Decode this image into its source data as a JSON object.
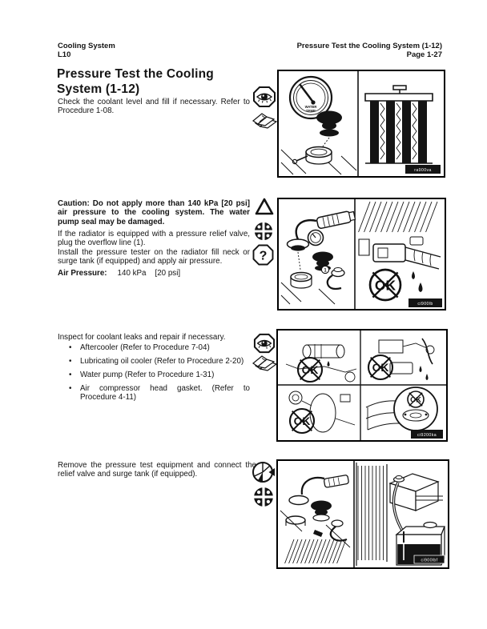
{
  "header": {
    "left_line1": "Cooling System",
    "left_line2": "L10",
    "right_line1": "Pressure Test the Cooling System (1-12)",
    "right_line2": "Page 1-27"
  },
  "title": "Pressure Test the Cooling System (1-12)",
  "sections": {
    "check": {
      "para": "Check the coolant level and fill if necessary. Refer to Procedure 1-08."
    },
    "caution": {
      "text": "Caution: Do not apply more than 140 kPa [20 psi] air pressure to the cooling system. The water pump seal may be damaged."
    },
    "pressure": {
      "para1": "If the radiator is equipped with a pressure relief valve, plug the overflow line (1).",
      "para2": "Install the pressure tester on the radiator fill neck or surge tank (if equipped) and apply air pressure.",
      "air_pressure_label": "Air Pressure:",
      "air_pressure_metric": "140 kPa",
      "air_pressure_imperial": "[20 psi]"
    },
    "inspect": {
      "intro": "Inspect for coolant leaks and repair if necessary.",
      "bullets": [
        "Aftercooler (Refer to Procedure 7-04)",
        "Lubricating oil cooler (Refer to Procedure 2-20)",
        "Water pump (Refer to Procedure 1-31)",
        "Air compressor head gasket. (Refer to Procedure 4-11)"
      ]
    },
    "remove": {
      "para": "Remove the pressure test equipment and connect the relief valve and surge tank (if equipped)."
    }
  },
  "figures": [
    {
      "code": "ra900va",
      "gauge_label_line1": "WATER",
      "gauge_label_line2": "TEMP"
    },
    {
      "code": "ci900lb",
      "part_label": "1"
    },
    {
      "code": "ci9200ka"
    },
    {
      "code": "ci900lbf"
    }
  ],
  "symbols": {
    "ok_text": "OK",
    "question_mark": "?",
    "bullet": "•"
  },
  "colors": {
    "ink": "#141414",
    "paper": "#ffffff"
  }
}
